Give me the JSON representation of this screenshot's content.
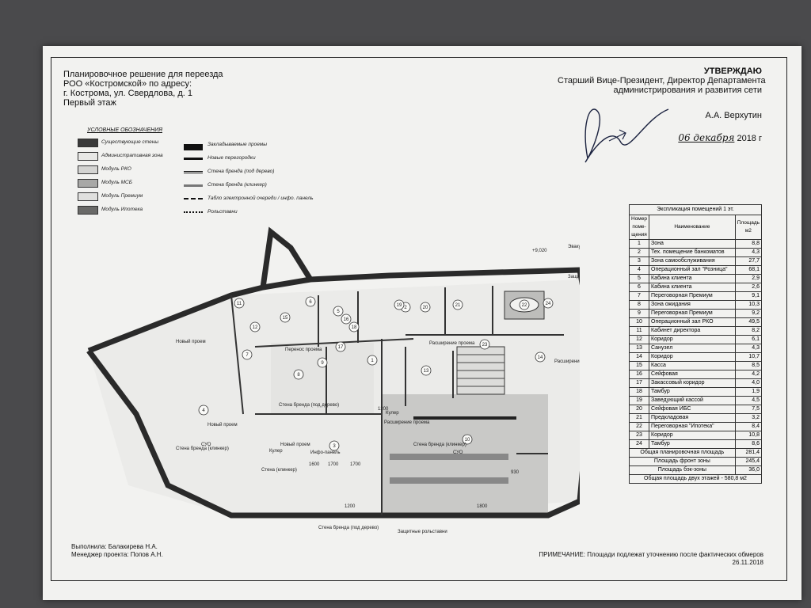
{
  "header": {
    "title": "Планировочное решение для переезда\nРОО «Костромской» по адресу:\nг. Кострома, ул. Свердлова, д. 1\nПервый этаж"
  },
  "approval": {
    "heading": "УТВЕРЖДАЮ",
    "line1": "Старший Вице-Президент, Директор Департамента",
    "line2": "администрирования и развития сети",
    "name": "А.А. Верхутин",
    "date_handwritten": "06 декабря",
    "date_year": "2018 г"
  },
  "legend": {
    "title": "УСЛОВНЫЕ ОБОЗНАЧЕНИЯ",
    "left": [
      {
        "label": "Существующие стены",
        "color": "#3a3a3a"
      },
      {
        "label": "Административная зона",
        "color": "#e8e8e6"
      },
      {
        "label": "Модуль РКО",
        "color": "#d4d4d2"
      },
      {
        "label": "Модуль МСБ",
        "color": "#a8a8a6"
      },
      {
        "label": "Модуль Премиум",
        "color": "#e0e0de"
      },
      {
        "label": "Модуль Ипотека",
        "color": "#6a6a68"
      }
    ],
    "right": [
      {
        "label": "Закладываемые проемы"
      },
      {
        "label": "Новые перегородки"
      },
      {
        "label": "Стена бренда (под дерево)"
      },
      {
        "label": "Стена бренда (клинкер)"
      },
      {
        "label": "Табло электронной очереди / инфо. панель"
      },
      {
        "label": "Рольставни"
      }
    ]
  },
  "plan_labels": {
    "mark": "+9,020",
    "emergency_exit": "Эвакуационный выход",
    "shutters_right": "Защитные рольставни",
    "widening_top": "Расширение проема",
    "widening_right": "Расширение проема",
    "widening_mid": "Расширение проема",
    "new_opening_1": "Новый проем",
    "new_opening_2": "Новый проем",
    "new_opening_3": "Новый проем",
    "transfer_opening": "Перенос проема",
    "brand_wall_wood": "Стена бренда (под дерево)",
    "brand_wall_clinker_1": "Стена бренда (клинкер)",
    "brand_wall_clinker_2": "Стена бренда (клинкер)",
    "brand_wall_clinker_3": "Стена (клинкер)",
    "brand_wall_wood_bottom": "Стена бренда (под дерево)",
    "shutters_bottom": "Защитные рольставни",
    "cooler_1": "Кулер",
    "cooler_2": "Кулер",
    "info_panel": "Инфо-панель",
    "suo_1": "СУО",
    "suo_2": "СУО",
    "dim_1": "1600",
    "dim_2": "1700",
    "dim_3": "1700",
    "dim_4": "1200",
    "dim_5": "1200",
    "dim_6": "1800",
    "dim_7": "930"
  },
  "explication": {
    "caption": "Экспликация помещений 1 эт.",
    "headers": {
      "num": "Номер поме-щения",
      "name": "Наименование",
      "area": "Площадь м2"
    },
    "rows": [
      {
        "num": "1",
        "name": "Зона",
        "area": "8,8"
      },
      {
        "num": "2",
        "name": "Тех. помещение банкоматов",
        "area": "4,3"
      },
      {
        "num": "3",
        "name": "Зона самообслуживания",
        "area": "27,7"
      },
      {
        "num": "4",
        "name": "Операционный зал \"Розница\"",
        "area": "68,1"
      },
      {
        "num": "5",
        "name": "Кабина клиента",
        "area": "2,9"
      },
      {
        "num": "6",
        "name": "Кабина клиента",
        "area": "2,6"
      },
      {
        "num": "7",
        "name": "Переговорная Премиум",
        "area": "9,1"
      },
      {
        "num": "8",
        "name": "Зона ожидания",
        "area": "10,3"
      },
      {
        "num": "9",
        "name": "Переговорная Премиум",
        "area": "9,2"
      },
      {
        "num": "10",
        "name": "Операционный зал РКО",
        "area": "49,5"
      },
      {
        "num": "11",
        "name": "Кабинет директора",
        "area": "8,2"
      },
      {
        "num": "12",
        "name": "Коридор",
        "area": "6,1"
      },
      {
        "num": "13",
        "name": "Санузел",
        "area": "4,3"
      },
      {
        "num": "14",
        "name": "Коридор",
        "area": "10,7"
      },
      {
        "num": "15",
        "name": "Касса",
        "area": "8,5"
      },
      {
        "num": "16",
        "name": "Сейфовая",
        "area": "4,2"
      },
      {
        "num": "17",
        "name": "Закассовый коридор",
        "area": "4,0"
      },
      {
        "num": "18",
        "name": "Тамбур",
        "area": "1,9"
      },
      {
        "num": "19",
        "name": "Заведующий кассой",
        "area": "4,5"
      },
      {
        "num": "20",
        "name": "Сейфовая ИБС",
        "area": "7,5"
      },
      {
        "num": "21",
        "name": "Предкладовая",
        "area": "3,2"
      },
      {
        "num": "22",
        "name": "Переговорная \"Ипотека\"",
        "area": "8,4"
      },
      {
        "num": "23",
        "name": "Коридор",
        "area": "10,8"
      },
      {
        "num": "24",
        "name": "Тамбур",
        "area": "8,6"
      }
    ],
    "totals": [
      {
        "label": "Общая планировочная площадь",
        "value": "281,4"
      },
      {
        "label": "Площадь фронт зоны",
        "value": "245,4"
      },
      {
        "label": "Площадь бэк-зоны",
        "value": "36,0"
      }
    ],
    "grand_total": "Общая площадь двух этажей - 580,8 м2"
  },
  "footer": {
    "made_by": "Выполнила: Балакирева Н.А.\nМенеджер проекта: Попов А.Н.",
    "note": "ПРИМЕЧАНИЕ: Площади подлежат уточнению после фактических обмеров\n26.11.2018"
  },
  "room_numbers": [
    "1",
    "2",
    "3",
    "4",
    "5",
    "6",
    "7",
    "8",
    "9",
    "10",
    "11",
    "12",
    "13",
    "14",
    "15",
    "16",
    "17",
    "18",
    "19",
    "20",
    "21",
    "22",
    "23",
    "24"
  ]
}
